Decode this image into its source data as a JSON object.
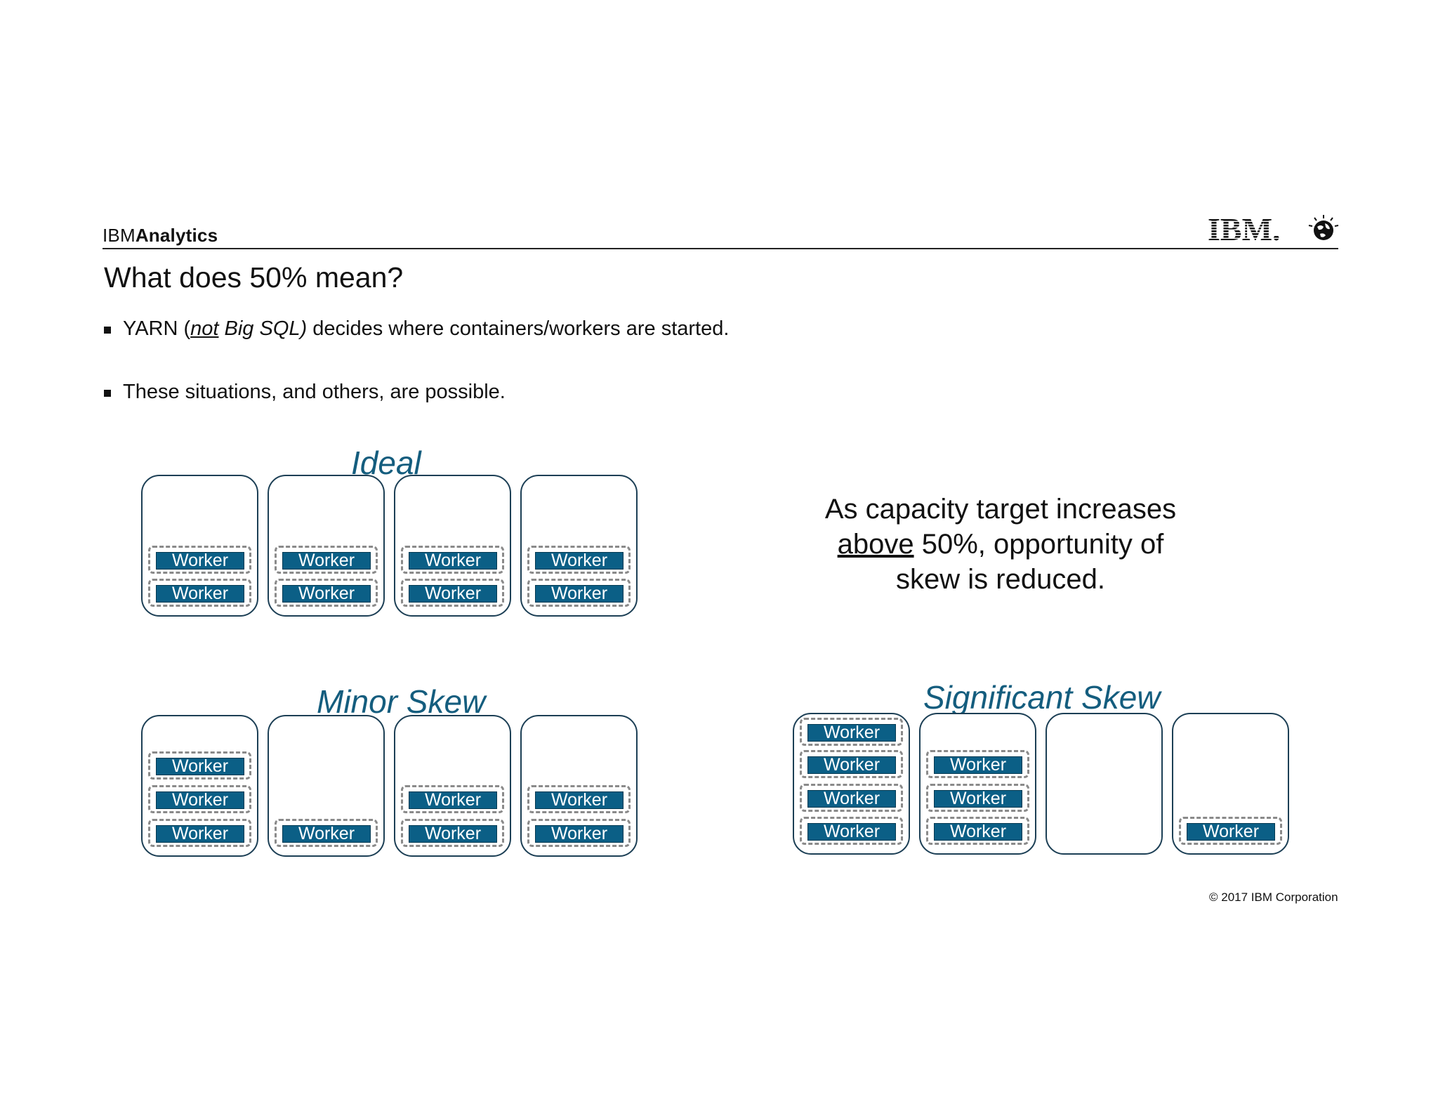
{
  "header": {
    "brand_light": "IBM",
    "brand_bold": "Analytics",
    "logo_text": "IBM."
  },
  "title": "What does 50% mean?",
  "bullets": {
    "b1": {
      "pre": "YARN (",
      "not": "not",
      "mid": " Big SQL)",
      "post": " decides where containers/workers are started."
    },
    "b2": "These situations, and others, are possible."
  },
  "groups": {
    "ideal": {
      "title": "Ideal"
    },
    "minor": {
      "title": "Minor Skew"
    },
    "significant": {
      "title": "Significant Skew"
    }
  },
  "note": {
    "line1": "As capacity target increases",
    "above": "above",
    "line2_rest": " 50%, opportunity of",
    "line3": "skew is reduced."
  },
  "worker_label": "Worker",
  "footer": {
    "copyright": "© 2017 IBM Corporation"
  }
}
